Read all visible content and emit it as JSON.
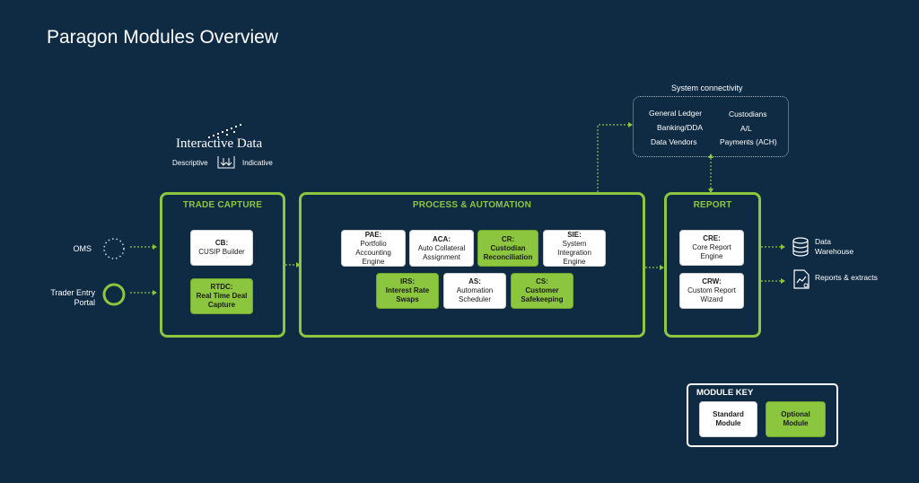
{
  "page": {
    "title": "Paragon Modules Overview"
  },
  "branding": {
    "logo_text": "Interactive Data",
    "descriptive": "Descriptive",
    "indicative": "Indicative"
  },
  "inputs": {
    "oms": "OMS",
    "trader_entry_portal": "Trader Entry Portal"
  },
  "panels": {
    "trade_capture": {
      "title": "TRADE CAPTURE",
      "modules": [
        {
          "code": "CB:",
          "name": "CUSIP Builder",
          "type": "standard"
        },
        {
          "code": "RTDC:",
          "name": "Real Time Deal Capture",
          "type": "optional"
        }
      ]
    },
    "process_automation": {
      "title": "PROCESS & AUTOMATION",
      "modules": [
        {
          "code": "PAE:",
          "name": "Portfolio Accounting Engine",
          "type": "standard"
        },
        {
          "code": "ACA:",
          "name": "Auto Collateral Assignment",
          "type": "standard"
        },
        {
          "code": "CR:",
          "name": "Custodian Reconciliation",
          "type": "optional"
        },
        {
          "code": "SIE:",
          "name": "System Integration Engine",
          "type": "standard"
        },
        {
          "code": "IRS:",
          "name": "Interest Rate Swaps",
          "type": "optional"
        },
        {
          "code": "AS:",
          "name": "Automation Scheduler",
          "type": "standard"
        },
        {
          "code": "CS:",
          "name": "Customer Safekeeping",
          "type": "optional"
        }
      ]
    },
    "report": {
      "title": "REPORT",
      "modules": [
        {
          "code": "CRE:",
          "name": "Core Report Engine",
          "type": "standard"
        },
        {
          "code": "CRW:",
          "name": "Custom Report Wizard",
          "type": "standard"
        }
      ]
    }
  },
  "system_connectivity": {
    "title": "System connectivity",
    "items": [
      "General Ledger",
      "Custodians",
      "Banking/DDA",
      "A/L",
      "Data Vendors",
      "Payments (ACH)"
    ]
  },
  "outputs": {
    "data_warehouse": "Data Warehouse",
    "reports_extracts": "Reports & extracts"
  },
  "module_key": {
    "title": "MODULE KEY",
    "standard": "Standard Module",
    "optional": "Optional Module"
  },
  "colors": {
    "background": "#0f2b44",
    "accent_green": "#8cc63f",
    "standard_module": "#ffffff"
  }
}
